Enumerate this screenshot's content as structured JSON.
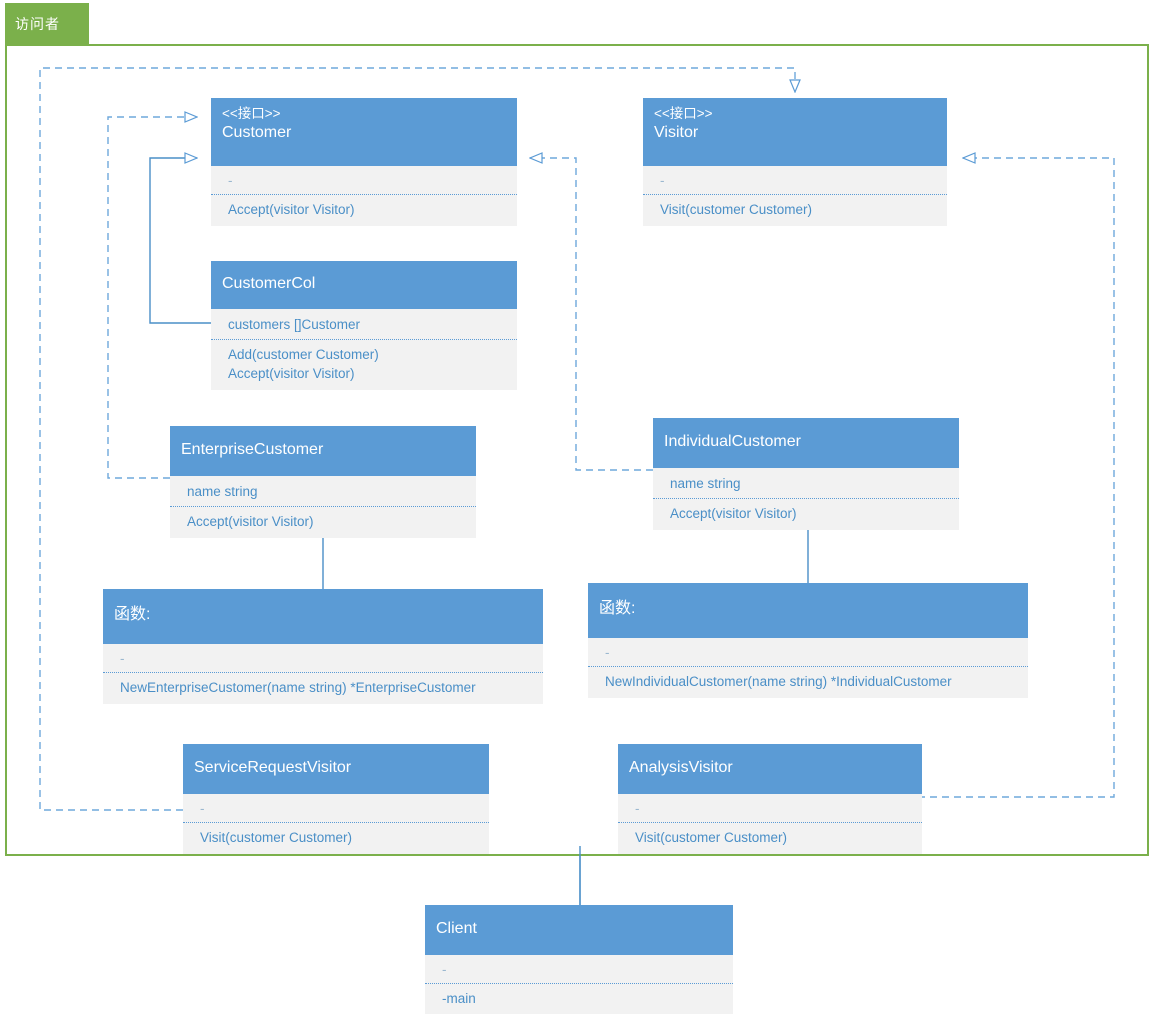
{
  "package": {
    "label": "访问者",
    "tab_color": "#7bb04b",
    "border_color": "#7bb04b"
  },
  "theme": {
    "header_fill": "#5b9bd5",
    "body_fill": "#f2f2f2",
    "text_blue": "#4a8fc7",
    "line_blue": "#5b9bd5",
    "dim_text": "#9bb8d0"
  },
  "diagram": {
    "type": "uml-class-diagram",
    "title": "访问者",
    "classes": [
      {
        "id": "customer",
        "stereotype": "<<接口>>",
        "name": "Customer",
        "attributes": [
          "-"
        ],
        "operations": [
          "Accept(visitor Visitor)"
        ]
      },
      {
        "id": "visitor",
        "stereotype": "<<接口>>",
        "name": "Visitor",
        "attributes": [
          "-"
        ],
        "operations": [
          "Visit(customer Customer)"
        ]
      },
      {
        "id": "customercol",
        "stereotype": "",
        "name": "CustomerCol",
        "attributes": [
          "customers []Customer"
        ],
        "operations": [
          "Add(customer Customer)",
          "Accept(visitor Visitor)"
        ]
      },
      {
        "id": "enterprisecustomer",
        "stereotype": "",
        "name": "EnterpriseCustomer",
        "attributes": [
          "name string"
        ],
        "operations": [
          "Accept(visitor Visitor)"
        ]
      },
      {
        "id": "individualcustomer",
        "stereotype": "",
        "name": "IndividualCustomer",
        "attributes": [
          "name string"
        ],
        "operations": [
          "Accept(visitor Visitor)"
        ]
      },
      {
        "id": "funcs-enterprise",
        "stereotype": "",
        "name": "函数:",
        "attributes": [
          "-"
        ],
        "operations": [
          "NewEnterpriseCustomer(name string) *EnterpriseCustomer"
        ]
      },
      {
        "id": "funcs-individual",
        "stereotype": "",
        "name": "函数:",
        "attributes": [
          "-"
        ],
        "operations": [
          "NewIndividualCustomer(name string) *IndividualCustomer"
        ]
      },
      {
        "id": "servicerequestvisitor",
        "stereotype": "",
        "name": "ServiceRequestVisitor",
        "attributes": [
          "-"
        ],
        "operations": [
          "Visit(customer Customer)"
        ]
      },
      {
        "id": "analysisvisitor",
        "stereotype": "",
        "name": "AnalysisVisitor",
        "attributes": [
          "-"
        ],
        "operations": [
          "Visit(customer Customer)"
        ]
      },
      {
        "id": "client",
        "stereotype": "",
        "name": "Client",
        "attributes": [
          "-"
        ],
        "operations": [
          "-main"
        ]
      }
    ],
    "relationships": [
      {
        "from": "customercol",
        "to": "customer",
        "kind": "realization-solid"
      },
      {
        "from": "enterprisecustomer",
        "to": "customer",
        "kind": "realization-dashed"
      },
      {
        "from": "individualcustomer",
        "to": "customer",
        "kind": "realization-dashed"
      },
      {
        "from": "servicerequestvisitor",
        "to": "visitor",
        "kind": "realization-dashed"
      },
      {
        "from": "analysisvisitor",
        "to": "visitor",
        "kind": "realization-dashed"
      },
      {
        "from": "enterprisecustomer",
        "to": "funcs-enterprise",
        "kind": "association"
      },
      {
        "from": "individualcustomer",
        "to": "funcs-individual",
        "kind": "association"
      },
      {
        "from": "client",
        "to": "servicerequestvisitor",
        "kind": "association"
      }
    ]
  }
}
